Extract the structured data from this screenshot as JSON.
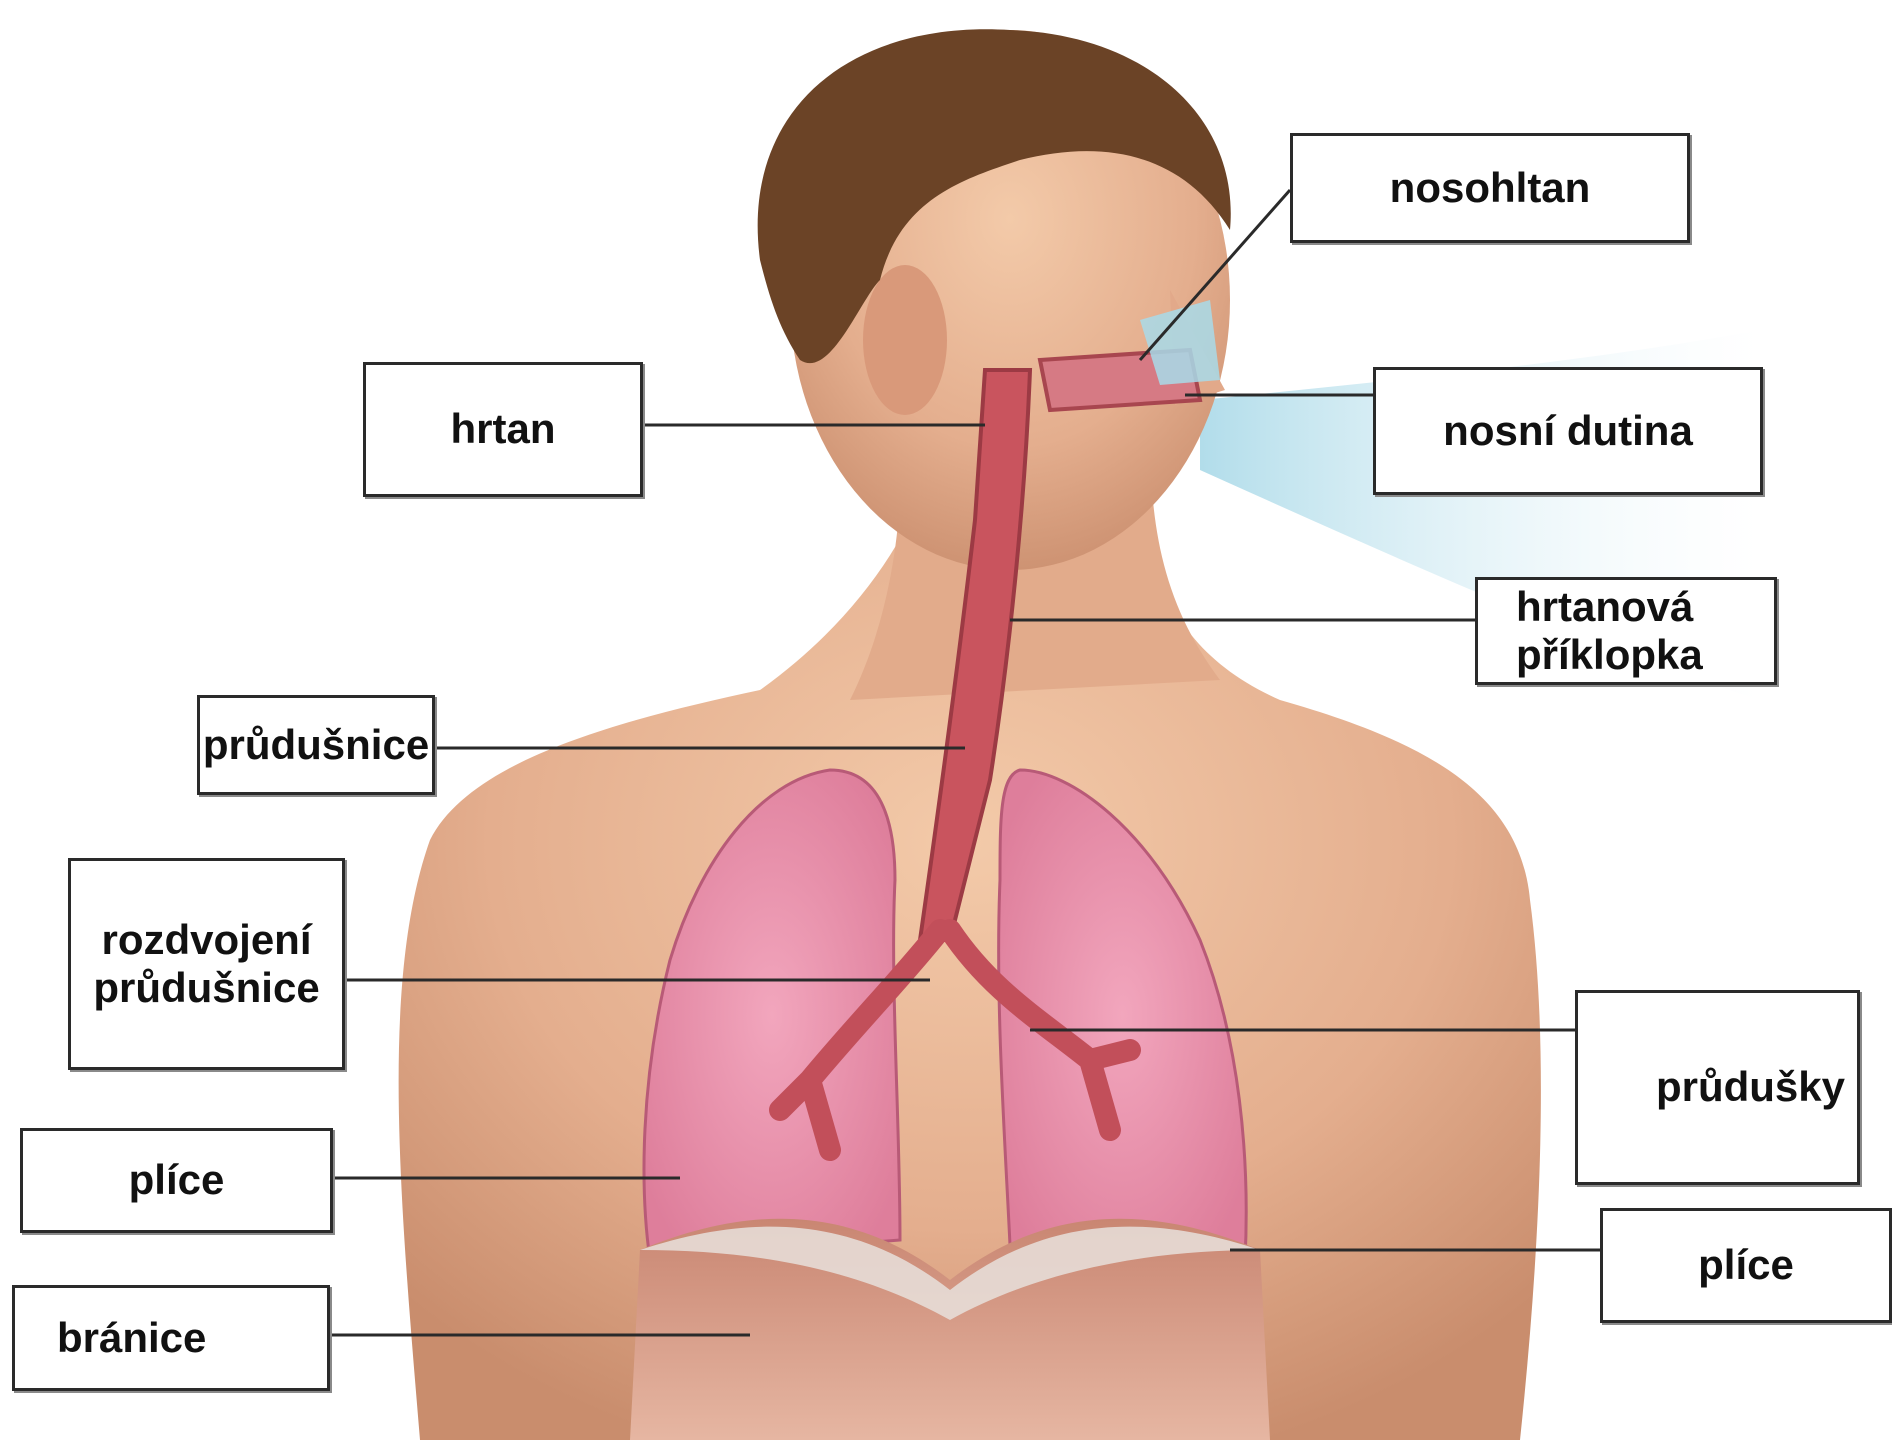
{
  "labels": {
    "nosohltan": "nosohltan",
    "hrtan": "hrtan",
    "nosni_dutina": "nosní dutina",
    "hrtanova_priklopka": "hrtanová\npříklopka",
    "prudusnice": "průdušnice",
    "rozdvojeni_prudusnice": "rozdvojení\nprůdušnice",
    "prudusky": "průdušky",
    "plice_left": "plíce",
    "plice_right": "plíce",
    "branice": "bránice"
  },
  "colors": {
    "skin": "#e8b89a",
    "hair": "#6b4326",
    "lung": "#e58aa6",
    "airway": "#c9545e",
    "diaphragm": "#c98672",
    "air": "#bfe3ee"
  }
}
